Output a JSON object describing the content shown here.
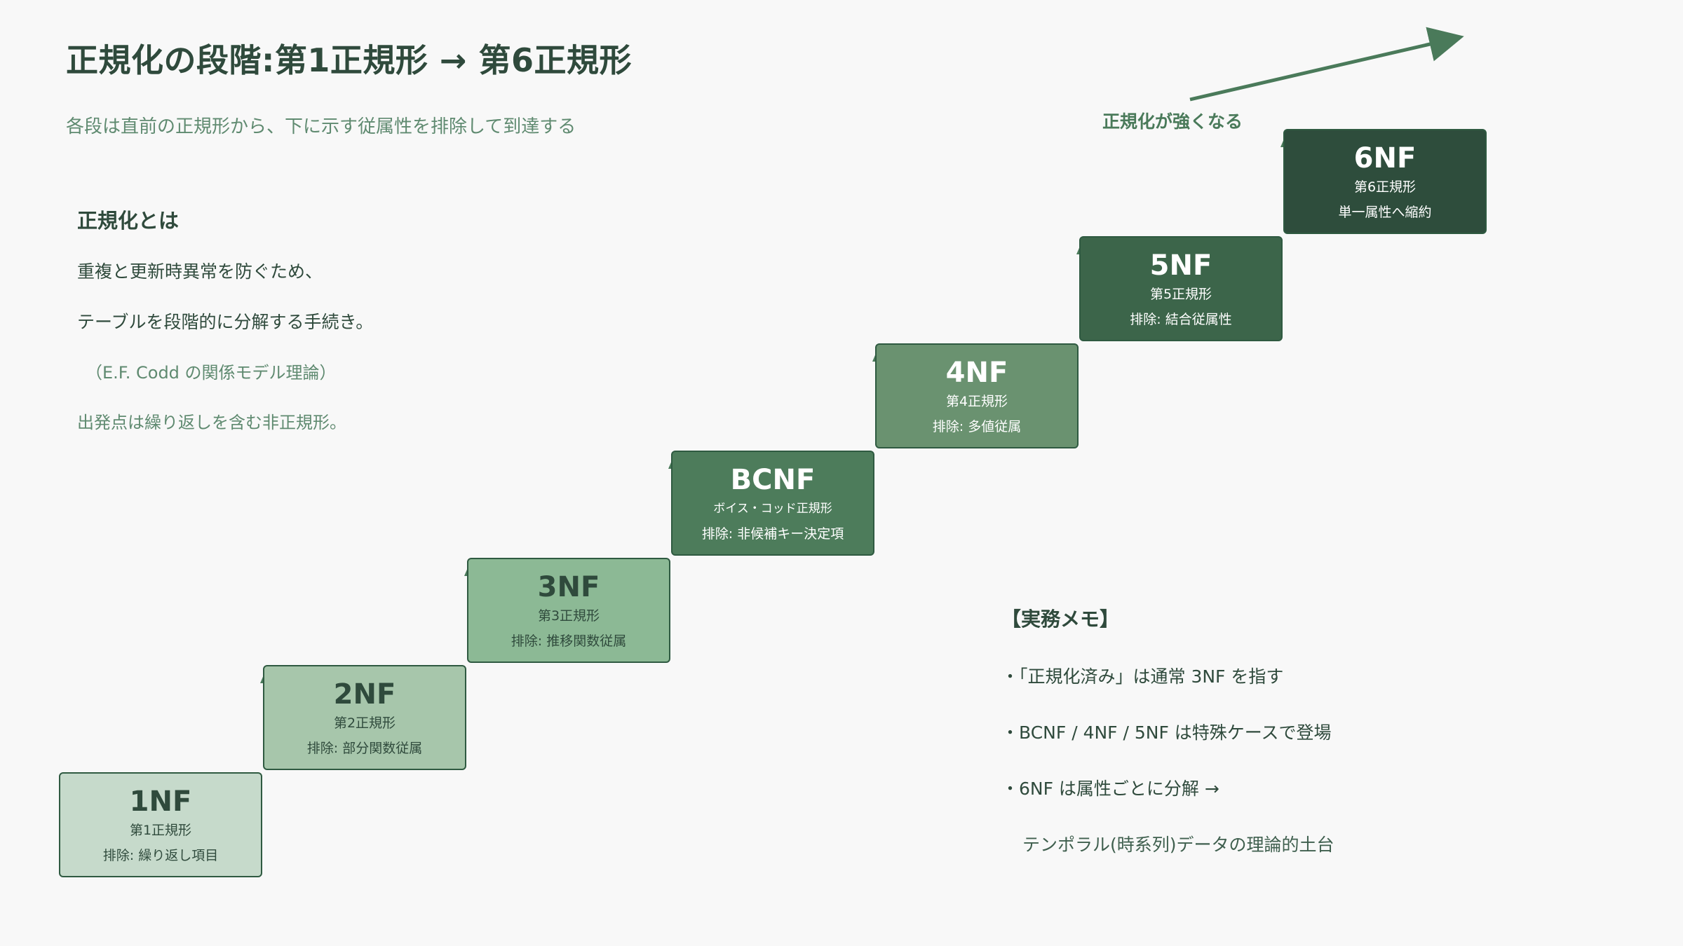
{
  "title": "正規化の段階:第1正規形 → 第6正規形",
  "subtitle": "各段は直前の正規形から、下に示す従属性を排除して到達する",
  "intro": {
    "heading": "正規化とは",
    "line1": "重複と更新時異常を防ぐため、",
    "line2": "テーブルを段階的に分解する手続き。",
    "note": "（E.F. Codd の関係モデル理論）",
    "origin": "出発点は繰り返しを含む非正規形。"
  },
  "steps": [
    {
      "abbr": "1NF",
      "jp": "第1正規形",
      "elim": "排除: 繰り返し項目",
      "bg": "#c6dacb",
      "fg": "#2f4a3c"
    },
    {
      "abbr": "2NF",
      "jp": "第2正規形",
      "elim": "排除: 部分関数従属",
      "bg": "#a7c6ab",
      "fg": "#2f4a3c"
    },
    {
      "abbr": "3NF",
      "jp": "第3正規形",
      "elim": "排除: 推移関数従属",
      "bg": "#8cb995",
      "fg": "#2f4a3c"
    },
    {
      "abbr": "BCNF",
      "jp": "ボイス・コッド正規形",
      "elim": "排除: 非候補キー決定項",
      "bg": "#4d7c5b",
      "fg": "#ffffff"
    },
    {
      "abbr": "4NF",
      "jp": "第4正規形",
      "elim": "排除: 多値従属",
      "bg": "#6a9270",
      "fg": "#ffffff"
    },
    {
      "abbr": "5NF",
      "jp": "第5正規形",
      "elim": "排除: 結合従属性",
      "bg": "#3c654a",
      "fg": "#ffffff"
    },
    {
      "abbr": "6NF",
      "jp": "第6正規形",
      "elim": "単一属性へ縮約",
      "bg": "#2e4d3c",
      "fg": "#ffffff"
    }
  ],
  "arrow_label": "正規化が強くなる",
  "memo": {
    "heading": "【実務メモ】",
    "item1": "・「正規化済み」は通常 3NF を指す",
    "item2": "・BCNF / 4NF / 5NF は特殊ケースで登場",
    "item3": "・6NF は属性ごとに分解 →",
    "item3_sub": "テンポラル(時系列)データの理論的土台"
  },
  "colors": {
    "accent": "#4a7a5a",
    "connector": "#4a7a5a"
  }
}
